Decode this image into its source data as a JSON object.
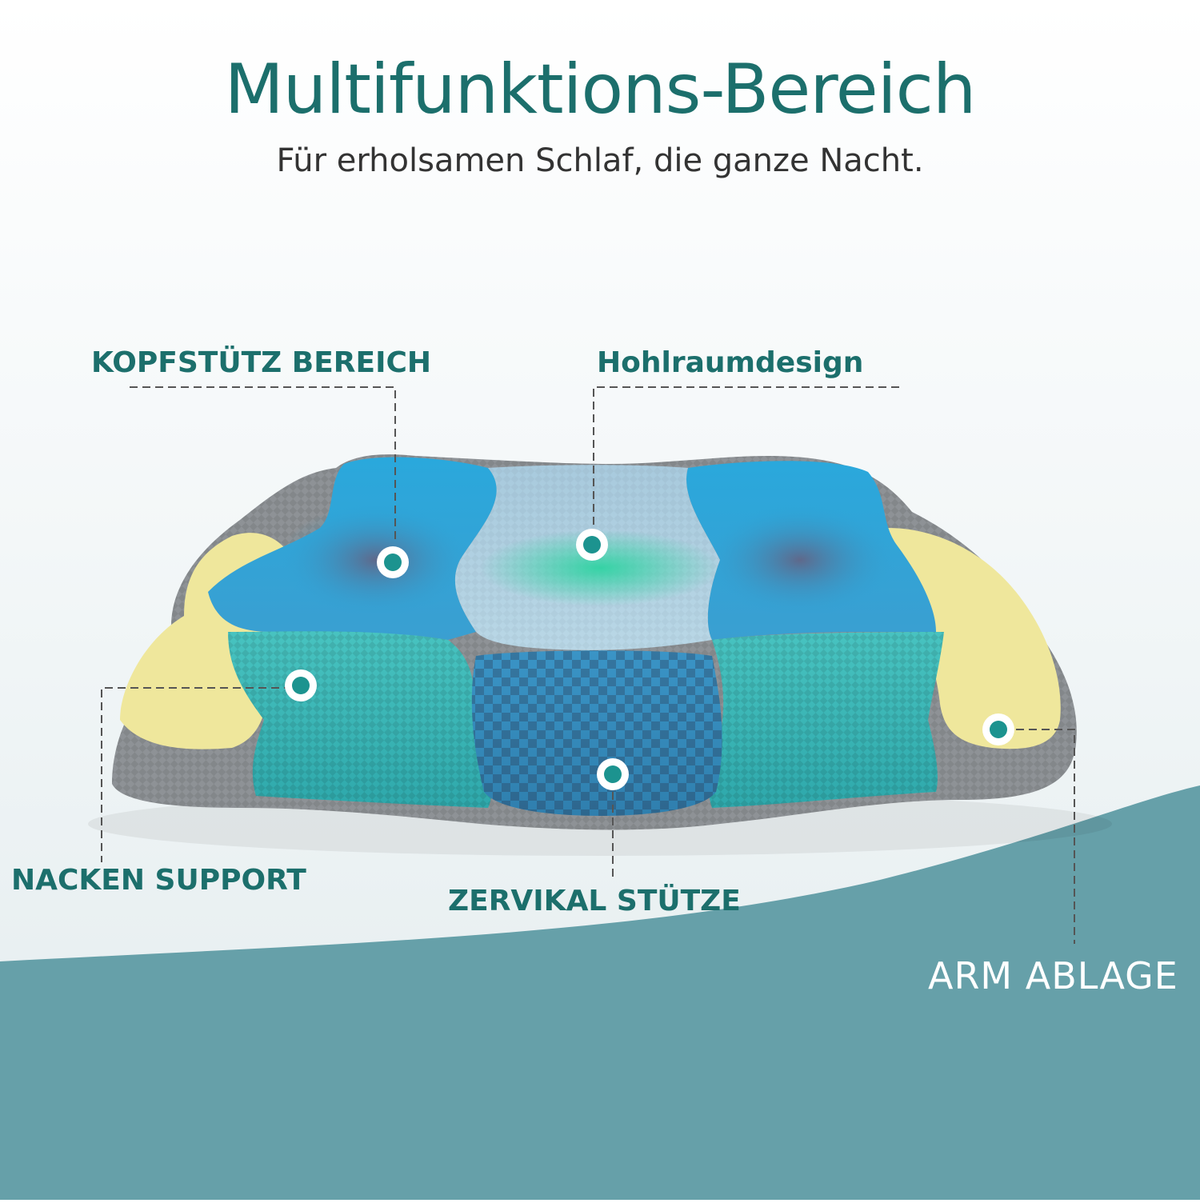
{
  "heading": {
    "title": "Multifunktions-Bereich",
    "subtitle": "Für erholsamen Schlaf, die ganze Nacht."
  },
  "callouts": {
    "kopfstuetz": "KOPFSTÜTZ BEREICH",
    "hohlraum": "Hohlraumdesign",
    "nacken": "NACKEN SUPPORT",
    "zervikal": "ZERVIKAL STÜTZE",
    "arm": "ARM ABLAGE"
  },
  "colors": {
    "accent_teal": "#1c6f6c",
    "wave_teal": "#66a0a9",
    "subtitle_gray": "#333333",
    "label_white": "#ffffff",
    "pillow_blue": "#2aa3d6",
    "pillow_mesh_teal": "#3fb9b6",
    "pillow_gray": "#8e9296",
    "memory_foam_yellow": "#efe79c",
    "hollow_green": "#2fd3a2"
  }
}
